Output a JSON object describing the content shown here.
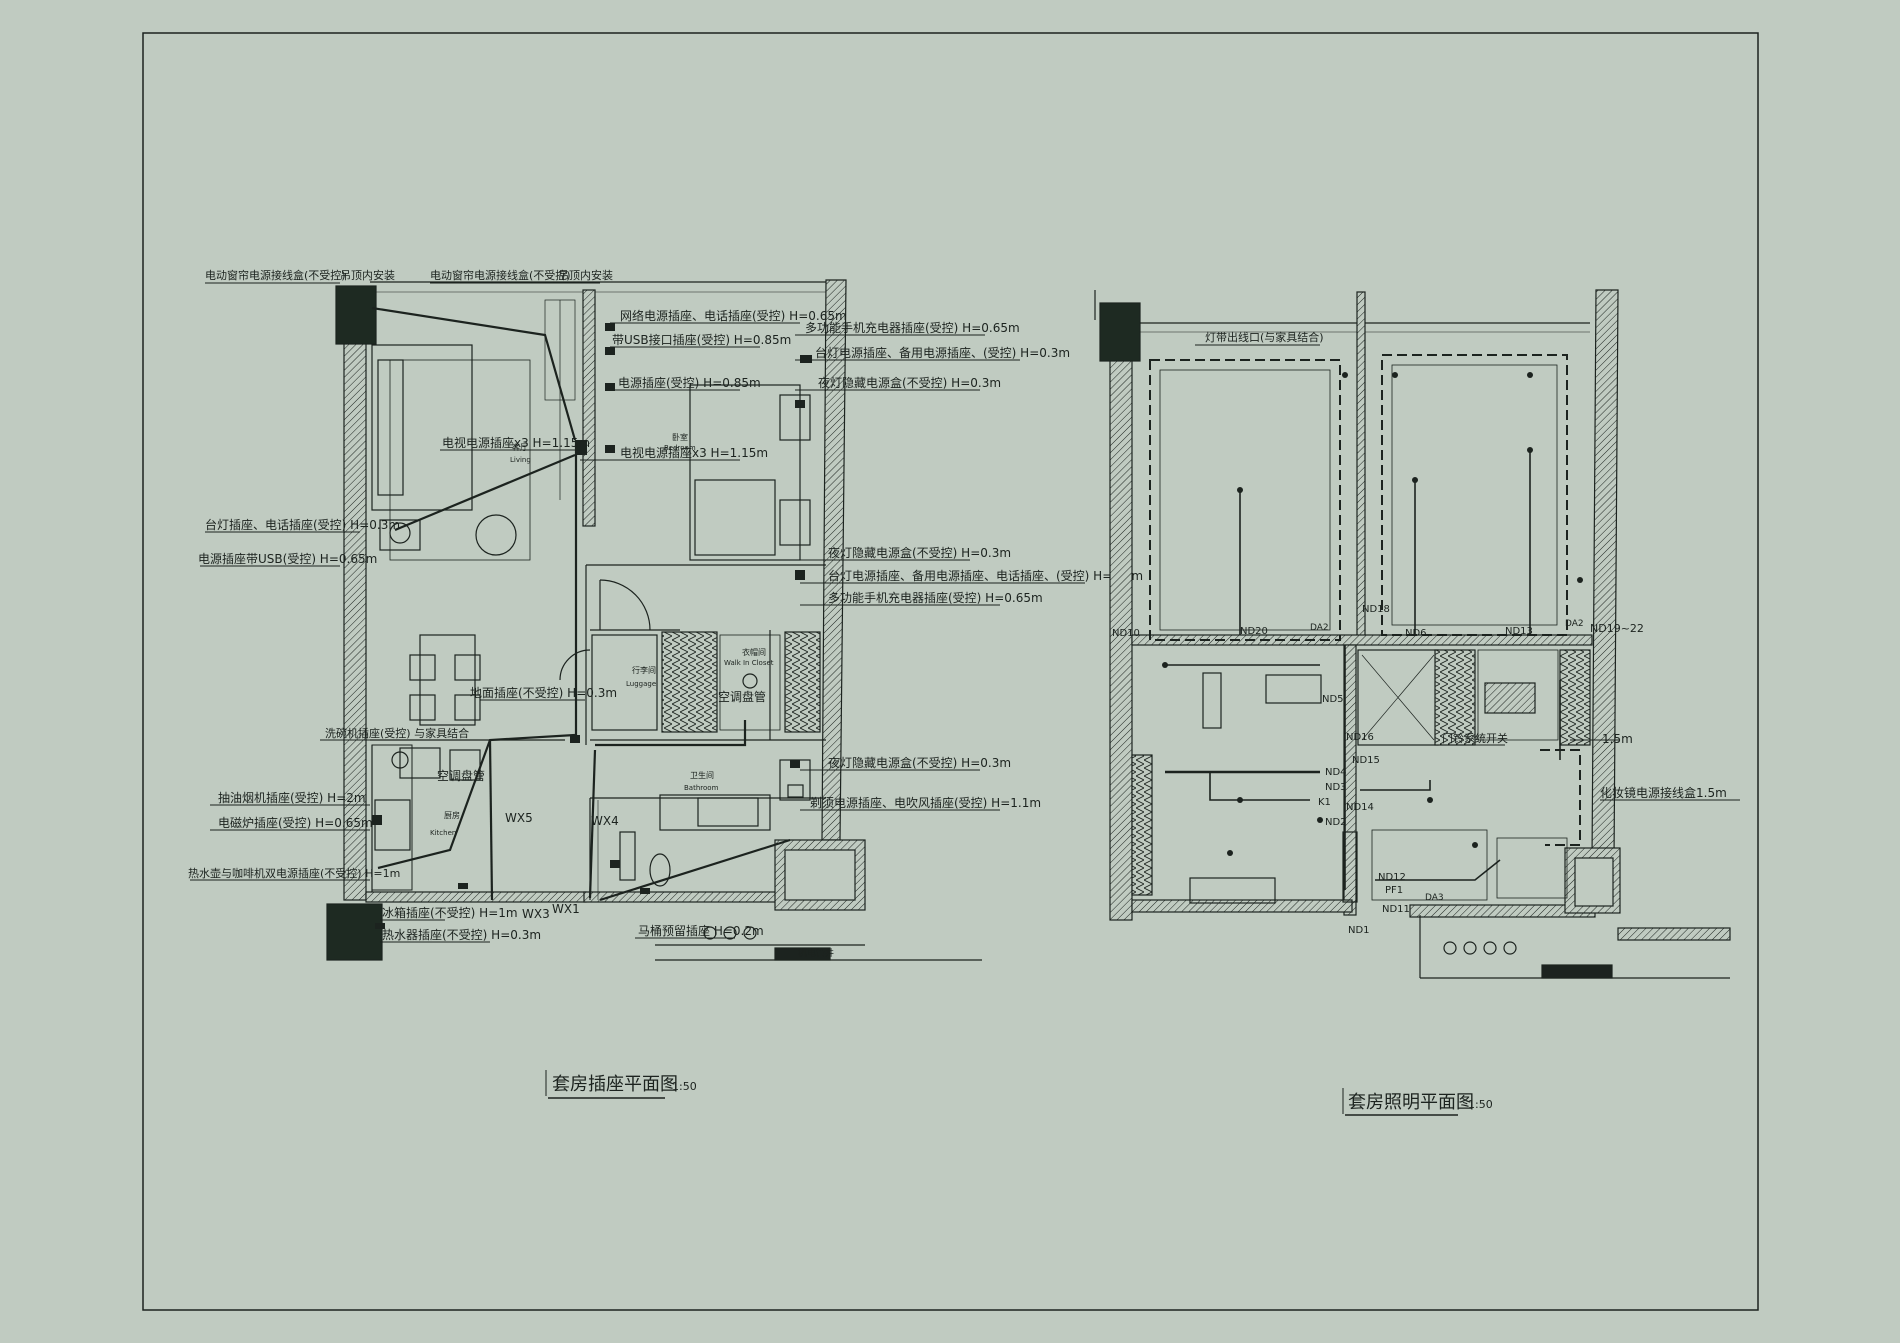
{
  "colors": {
    "background": "#c0cbc1",
    "ink": "#1c231f",
    "column": "#1e2a22"
  },
  "plans": {
    "socket": {
      "title": "套房插座平面图",
      "scale": "1:50",
      "rooms": {
        "living": "客厅",
        "living_en": "Living",
        "bedroom": "卧室",
        "bedroom_en": "Bedroom",
        "luggage": "行李间",
        "luggage_en": "Luggage",
        "closet": "衣帽间",
        "closet_en": "Walk In Closet",
        "bathroom": "卫生间",
        "bathroom_en": "Bathroom",
        "kitchen": "厨房",
        "kitchen_en": "Kitchen",
        "shaft": "机电管井"
      },
      "labels": {
        "l01": "电动窗帘电源接线盒(不受控)",
        "l02": "吊顶内安装",
        "l03": "电动窗帘电源接线盒(不受控)",
        "l04": "吊顶内安装",
        "l05": "网络电源插座、电话插座(受控) H=0.65m",
        "l06": "多功能手机充电器插座(受控) H=0.65m",
        "l07": "带USB接口插座(受控) H=0.85m",
        "l08": "台灯电源插座、备用电源插座、(受控) H=0.3m",
        "l09": "电源插座(受控) H=0.85m",
        "l10": "夜灯隐藏电源盒(不受控) H=0.3m",
        "l11": "电视电源插座x3 H=1.15m",
        "l12": "电视电源插座x3 H=1.15m",
        "l13": "台灯插座、电话插座(受控) H=0.3m",
        "l14": "电源插座带USB(受控) H=0.65m",
        "l15": "夜灯隐藏电源盒(不受控) H=0.3m",
        "l16": "台灯电源插座、备用电源插座、电话插座、(受控) H=0.3m",
        "l17": "多功能手机充电器插座(受控) H=0.65m",
        "l18": "地面插座(不受控) H=0.3m",
        "l19": "空调盘管",
        "l20": "洗碗机插座(受控) 与家具结合",
        "l21": "空调盘管",
        "l22": "夜灯隐藏电源盒(不受控) H=0.3m",
        "l23": "抽油烟机插座(受控) H=2m",
        "l24": "电磁炉插座(受控) H=0.65m",
        "l25": "剃须电源插座、电吹风插座(受控) H=1.1m",
        "l26": "热水壶与咖啡机双电源插座(不受控) H=1m",
        "l27": "冰箱插座(不受控) H=1m",
        "l28": "热水器插座(不受控) H=0.3m",
        "l29": "马桶预留插座 H=0.2m"
      },
      "wx": {
        "wx5": "WX5",
        "wx4": "WX4",
        "wx3": "WX3",
        "wx1": "WX1"
      }
    },
    "lighting": {
      "title": "套房照明平面图",
      "scale": "1:50",
      "labels": {
        "strip": "灯带出线口(与家具结合)",
        "door": "门铃系统开关",
        "mirror_h": "1.5m",
        "mirror": "化妆镜电源接线盒1.5m"
      },
      "circuits": {
        "nd10": "ND10",
        "nd20": "ND20",
        "da2a": "DA2",
        "nd18": "ND18",
        "nd13": "ND13",
        "nd6": "ND6",
        "da2b": "DA2",
        "nd1922": "ND19~22",
        "nd5": "ND5",
        "nd16": "ND16",
        "nd15": "ND15",
        "nd4": "ND4",
        "nd3": "ND3",
        "k1": "K1",
        "nd14": "ND14",
        "nd2": "ND2",
        "nd12": "ND12",
        "pf1": "PF1",
        "da3": "DA3",
        "nd11": "ND11",
        "nd1": "ND1"
      }
    }
  }
}
